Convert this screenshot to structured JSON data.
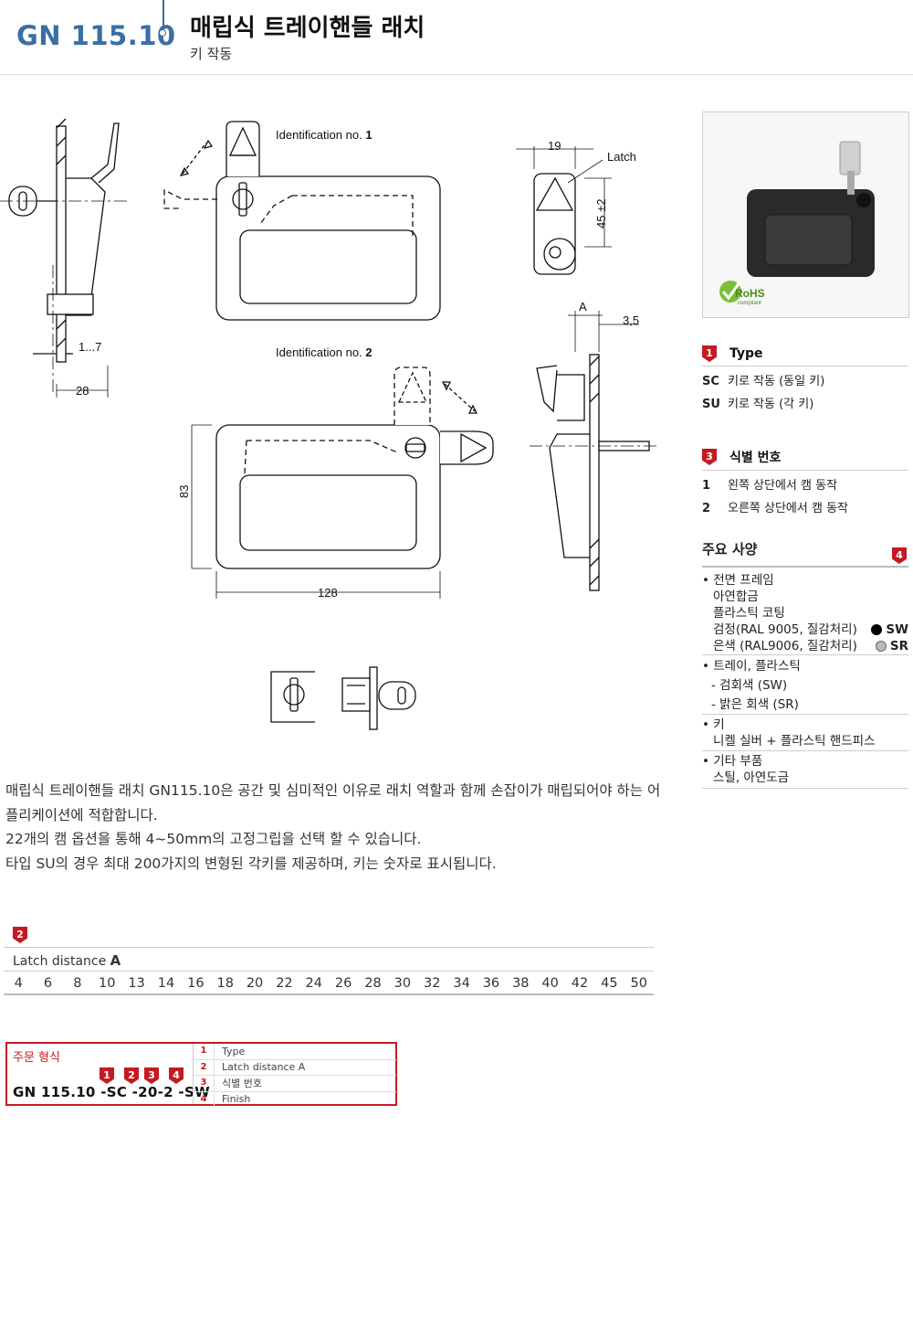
{
  "header": {
    "code": "GN 115.10",
    "title": "매립식 트레이핸들 래치",
    "subtitle": "키 작동"
  },
  "drawing": {
    "id_no_1": "Identification no.",
    "id_no_1_val": "1",
    "id_no_2": "Identification no.",
    "id_no_2_val": "2",
    "dim_19": "19",
    "latch": "Latch",
    "dim_45": "45 ±2",
    "dim_A": "A",
    "dim_35": "3,5",
    "dim_1_7": "1...7",
    "dim_28": "28",
    "dim_83": "83",
    "dim_128": "128"
  },
  "photo": {
    "rohs": "RoHS",
    "rohs_sub": "compliant"
  },
  "type": {
    "badge": "1",
    "heading": "Type",
    "items": [
      {
        "code": "SC",
        "desc": "키로 작동 (동일 키)"
      },
      {
        "code": "SU",
        "desc": "키로 작동 (각 키)"
      }
    ]
  },
  "ident": {
    "badge": "3",
    "heading": "식별 번호",
    "items": [
      {
        "code": "1",
        "desc": "왼쪽 상단에서 캠 동작"
      },
      {
        "code": "2",
        "desc": "오른쪽 상단에서 캠 동작"
      }
    ]
  },
  "specs": {
    "heading": "주요 사양",
    "badge": "4",
    "frame": {
      "label": "전면 프레임",
      "l1": "아연합금",
      "l2": "플라스틱 코팅",
      "black": "검정(RAL 9005, 질감처리)",
      "black_code": "SW",
      "silver": "은색 (RAL9006, 질감처리)",
      "silver_code": "SR"
    },
    "tray": {
      "label": "트레이, 플라스틱",
      "l1": "- 검회색 (SW)",
      "l2": "- 밝은 회색 (SR)"
    },
    "key": {
      "label": "키",
      "l1": "니켈 실버 + 플라스틱 핸드피스"
    },
    "other": {
      "label": "기타 부품",
      "l1": "스틸, 아연도금"
    }
  },
  "description": {
    "p1": "매립식 트레이핸들 래치 GN115.10은 공간 및 심미적인 이유로 래치 역할과 함께 손잡이가 매립되어야 하는 어플리케이션에 적합합니다.",
    "p2": "22개의 캠 옵션을 통해 4~50mm의 고정그립을 선택 할 수 있습니다.",
    "p3": "타입 SU의 경우 최대 200가지의 변형된 각키를 제공하며, 키는 숫자로 표시됩니다."
  },
  "latch_table": {
    "badge": "2",
    "label": "Latch distance",
    "label_bold": "A",
    "values": [
      "4",
      "6",
      "8",
      "10",
      "13",
      "14",
      "16",
      "18",
      "20",
      "22",
      "24",
      "26",
      "28",
      "30",
      "32",
      "34",
      "36",
      "38",
      "40",
      "42",
      "45",
      "50"
    ]
  },
  "order": {
    "title": "주문 형식",
    "code": "GN 115.10 -SC -20-2 -SW",
    "badges": [
      "1",
      "2",
      "3",
      "4"
    ],
    "rows": [
      {
        "n": "1",
        "t": "Type"
      },
      {
        "n": "2",
        "t": "Latch distance A"
      },
      {
        "n": "3",
        "t": "식별 번호"
      },
      {
        "n": "4",
        "t": "Finish"
      }
    ]
  }
}
